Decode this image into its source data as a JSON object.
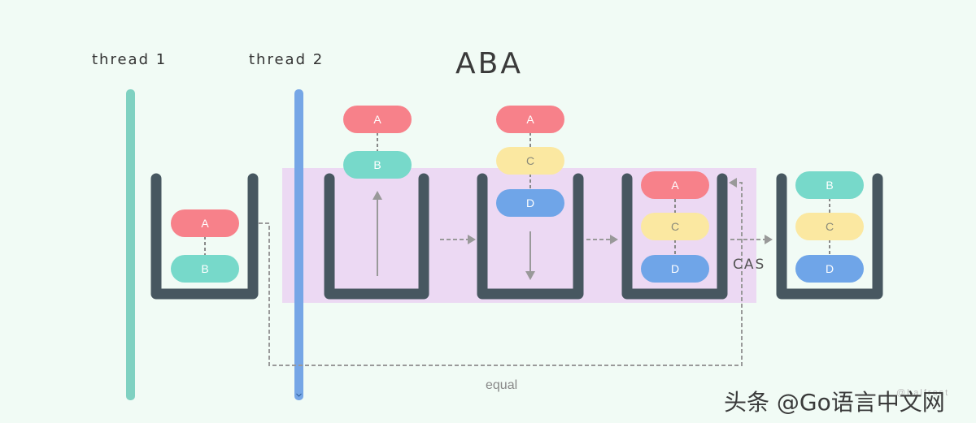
{
  "title": "ABA",
  "threads": [
    {
      "label": "thread 1",
      "color": "#7fd1c1"
    },
    {
      "label": "thread 2",
      "color": "#76a6e6"
    }
  ],
  "stacks": [
    {
      "name": "initial",
      "items": [
        "A",
        "B"
      ]
    },
    {
      "name": "after-pop-A-B",
      "items": []
    },
    {
      "name": "after-push-D-C-A",
      "items": []
    },
    {
      "name": "current",
      "items": [
        "A",
        "C",
        "D"
      ]
    },
    {
      "name": "after-cas",
      "items": [
        "B",
        "C",
        "D"
      ]
    }
  ],
  "floating": {
    "popped": [
      "A",
      "B"
    ],
    "pushing": [
      "A",
      "C",
      "D"
    ]
  },
  "labels": {
    "cas": "CAS",
    "equal": "equal",
    "watermark": "头条 @Go语言中文网",
    "handle": "@halfrost"
  },
  "colors": {
    "A": "#f7818a",
    "B": "#77d9ca",
    "C": "#fbe8a1",
    "D": "#6fa5e8",
    "stack": "#475760",
    "highlight": "#ecd9f3",
    "arrow": "#999999"
  }
}
